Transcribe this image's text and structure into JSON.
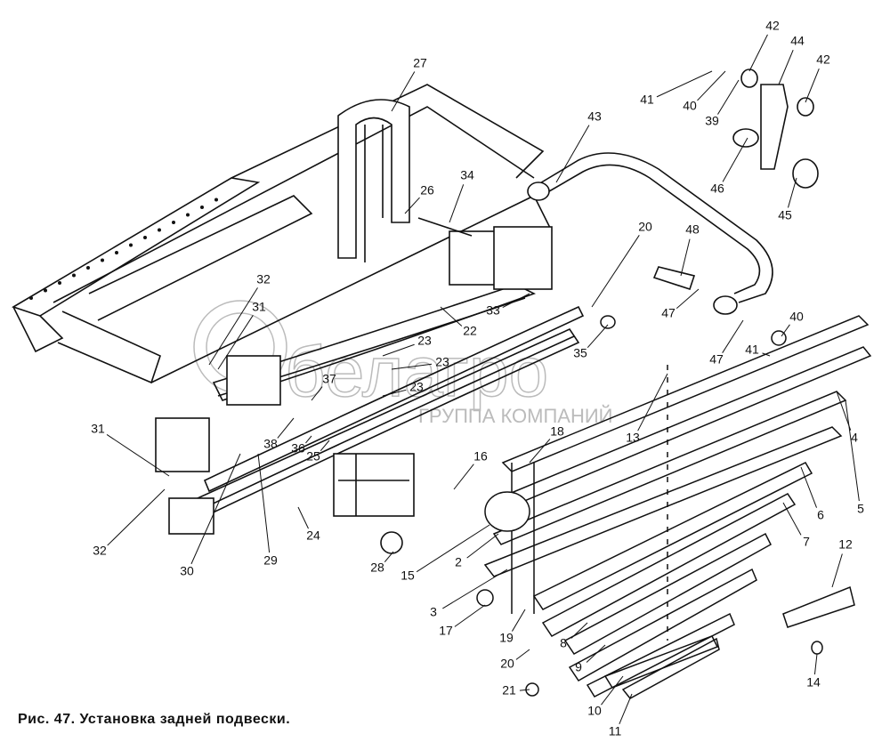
{
  "figure": {
    "caption": "Рис. 47. Установка задней подвески.",
    "watermark": {
      "brand": "белагро",
      "subtitle": "ГРУППА КОМПАНИЙ"
    },
    "callouts": [
      "27",
      "26",
      "34",
      "43",
      "42",
      "44",
      "42",
      "41",
      "40",
      "39",
      "46",
      "45",
      "20",
      "48",
      "32",
      "31",
      "33",
      "22",
      "23",
      "23",
      "23",
      "37",
      "35",
      "47",
      "40",
      "41",
      "47",
      "13",
      "4",
      "38",
      "36",
      "25",
      "31",
      "18",
      "16",
      "5",
      "6",
      "7",
      "12",
      "15",
      "2",
      "29",
      "30",
      "24",
      "32",
      "28",
      "3",
      "17",
      "19",
      "8",
      "9",
      "20",
      "21",
      "10",
      "14",
      "11"
    ]
  }
}
